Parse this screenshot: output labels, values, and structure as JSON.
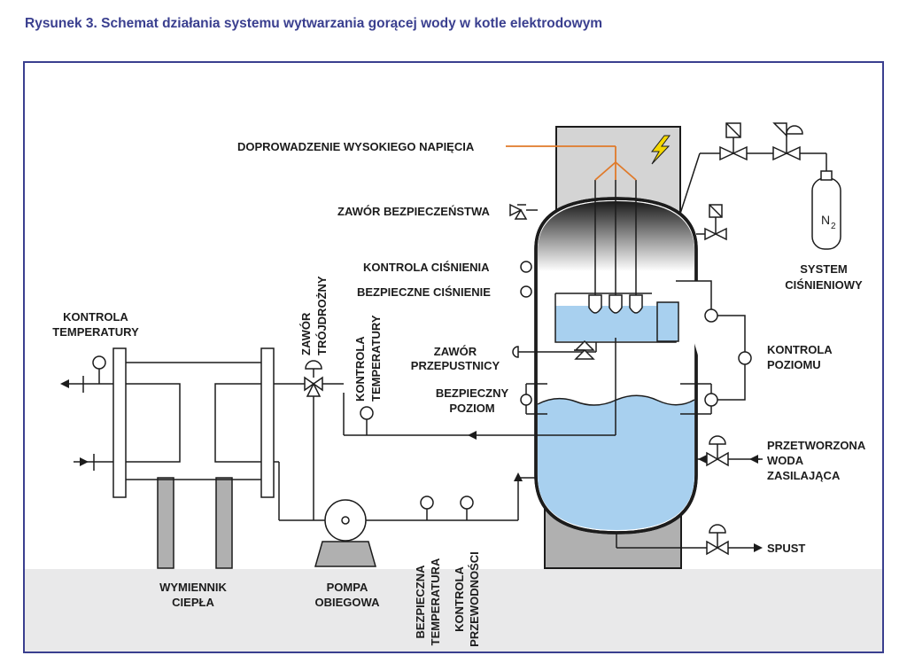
{
  "caption": "Rysunek 3. Schemat działania systemu wytwarzania gorącej wody w kotle elektrodowym",
  "colors": {
    "frame": "#3a3f8f",
    "water": "#a8d0ef",
    "steel": "#b0b0b0",
    "line": "#1c1c1c",
    "hv_line": "#e07a2a",
    "bolt": "#f5d800",
    "floor": "#e9e9ea"
  },
  "labels": {
    "high_voltage": "DOPROWADZENIE WYSOKIEGO NAPIĘCIA",
    "safety_valve": "ZAWÓR BEZPIECZEŃSTWA",
    "pressure_control": "KONTROLA CIŚNIENIA",
    "safe_pressure": "BEZPIECZNE CIŚNIENIE",
    "bypass_valve": [
      "ZAWÓR",
      "PRZEPUSTNICY"
    ],
    "safe_level": [
      "BEZPIECZNY",
      "POZIOM"
    ],
    "temp_control_left": [
      "KONTROLA",
      "TEMPERATURY"
    ],
    "three_way_valve": [
      "ZAWÓR",
      "TRÓJDROŻNY"
    ],
    "temp_control_vertical": [
      "KONTROLA",
      "TEMPERATURY"
    ],
    "heat_exchanger": [
      "WYMIENNIK",
      "CIEPŁA"
    ],
    "circulation_pump": [
      "POMPA",
      "OBIEGOWA"
    ],
    "safe_temperature": [
      "BEZPIECZNA",
      "TEMPERATURA"
    ],
    "conductivity_control": [
      "KONTROLA",
      "PRZEWODNOŚCI"
    ],
    "pressure_system": [
      "SYSTEM",
      "CIŚNIENIOWY"
    ],
    "level_control": [
      "KONTROLA",
      "POZIOMU"
    ],
    "feed_water": [
      "PRZETWORZONA",
      "WODA",
      "ZASILAJĄCA"
    ],
    "drain": "SPUST",
    "nitrogen": "N",
    "nitrogen_sub": "2"
  }
}
